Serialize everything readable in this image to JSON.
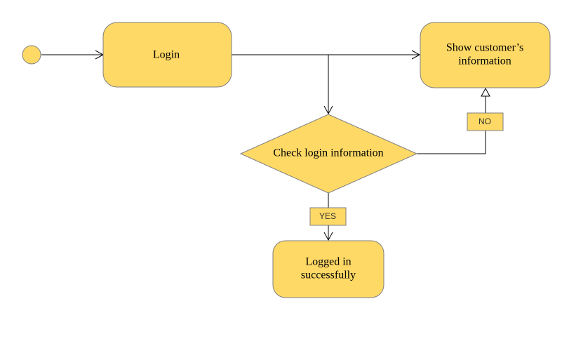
{
  "diagram": {
    "type": "activity-flowchart",
    "fill_color": "#ffd966",
    "stroke_color": "#7f7f7f",
    "nodes": {
      "login": {
        "label": "Login"
      },
      "check": {
        "label": "Check login information"
      },
      "show_info": {
        "label_line1": "Show customer’s",
        "label_line2": "information"
      },
      "logged_in": {
        "label_line1": "Logged in",
        "label_line2": "successfully"
      }
    },
    "edges": {
      "yes_label": "YES",
      "no_label": "NO"
    }
  }
}
